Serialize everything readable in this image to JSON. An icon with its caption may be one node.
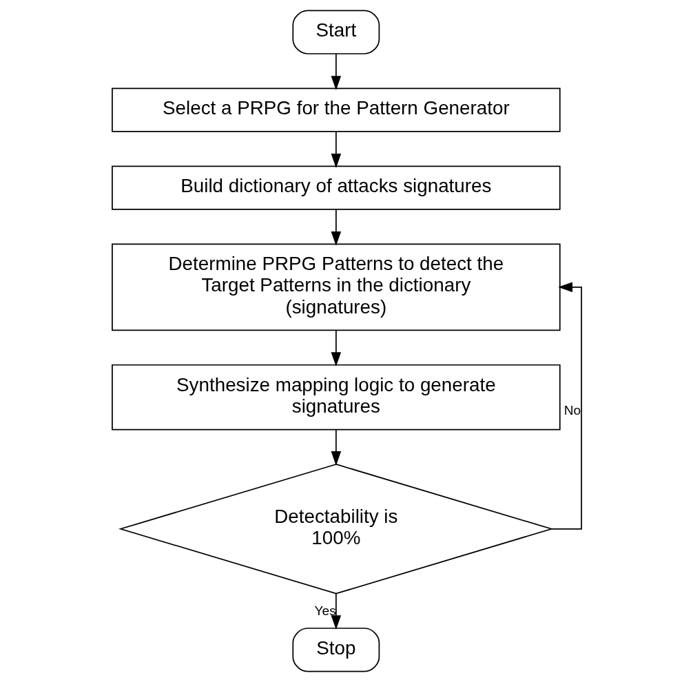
{
  "diagram": {
    "nodes": [
      {
        "text": [
          "Start"
        ]
      },
      {
        "text": [
          "Select a PRPG for the Pattern Generator"
        ]
      },
      {
        "text": [
          "Build dictionary of attacks signatures"
        ]
      },
      {
        "text": [
          "Determine PRPG Patterns to detect the Target Patterns in the dictionary (signatures)"
        ]
      },
      {
        "text": [
          "Synthesize mapping logic to generate signatures"
        ]
      },
      {
        "text": [
          "Detectability is 100%"
        ]
      },
      {
        "text": [
          "Stop"
        ]
      }
    ],
    "edges": [
      {
        "from": 0,
        "to": 1,
        "arrow": "to"
      },
      {
        "from": 1,
        "to": 2,
        "arrow": "to"
      },
      {
        "from": 2,
        "to": 3,
        "arrow": "to"
      },
      {
        "from": 3,
        "to": 4,
        "arrow": "to"
      },
      {
        "from": 4,
        "to": 5,
        "arrow": "to"
      },
      {
        "from": 5,
        "to": 6,
        "arrow": "to",
        "label": "Yes"
      },
      {
        "from": 5,
        "to": 3,
        "arrow": "to",
        "label": "No"
      }
    ]
  }
}
